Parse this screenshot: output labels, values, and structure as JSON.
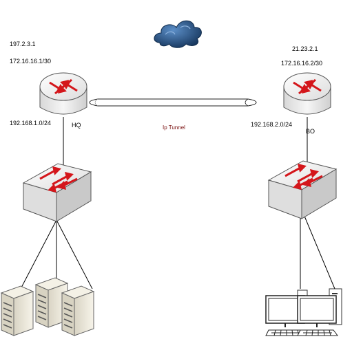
{
  "hq": {
    "public_ip": "197.2.3.1",
    "tunnel_ip": "172.16.16.1/30",
    "lan": "192.168.1.0/24",
    "name": "HQ"
  },
  "bo": {
    "public_ip": "21.23.2.1",
    "tunnel_ip": "172.16.16.2/30",
    "lan": "192.168.2.0/24",
    "name": "BO"
  },
  "tunnel": {
    "label": "Ip Tunnel"
  },
  "colors": {
    "cloud": "#1f4e79",
    "router_arrow": "#d4161b",
    "device_gray": "#e8e8e8",
    "tunnel_label": "#7a1010"
  },
  "icons": [
    "cloud-icon",
    "router-icon",
    "switch-icon",
    "server-icon",
    "workstation-icon"
  ]
}
